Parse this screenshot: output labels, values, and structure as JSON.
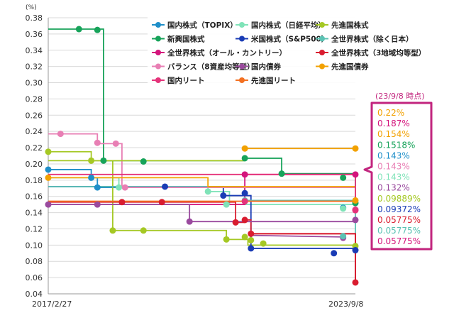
{
  "chart_data": {
    "type": "line",
    "unit_label": "(%)",
    "y_ticks": [
      "0.38",
      "0.36",
      "0.34",
      "0.32",
      "0.30",
      "0.28",
      "0.26",
      "0.24",
      "0.22",
      "0.20",
      "0.18",
      "0.16",
      "0.14",
      "0.12",
      "0.10",
      "0.08",
      "0.06",
      "0.04"
    ],
    "ylim": [
      0.04,
      0.38
    ],
    "x_start_label": "2017/2/27",
    "x_end_label": "2023/9/8",
    "xlim": [
      0,
      100
    ],
    "series": [
      {
        "name": "国内株式（TOPIX）",
        "color": "#1f8fc9",
        "steps": [
          [
            0,
            0.193
          ],
          [
            14,
            0.183
          ],
          [
            16,
            0.171
          ],
          [
            100,
            0.143
          ]
        ],
        "markers": [
          [
            0,
            0.193
          ],
          [
            14,
            0.183
          ],
          [
            16,
            0.171
          ],
          [
            96,
            0.146
          ]
        ]
      },
      {
        "name": "国内株式（日経平均）",
        "color": "#7fe3b8",
        "steps": [
          [
            0,
            0.183
          ],
          [
            23,
            0.171
          ],
          [
            52,
            0.166
          ],
          [
            59,
            0.15
          ],
          [
            100,
            0.143
          ]
        ],
        "markers": [
          [
            23,
            0.171
          ],
          [
            52,
            0.166
          ],
          [
            58,
            0.15
          ],
          [
            96,
            0.145
          ]
        ]
      },
      {
        "name": "先進国株式",
        "color": "#a5c824",
        "steps": [
          [
            0,
            0.215
          ],
          [
            14,
            0.204
          ],
          [
            21,
            0.118
          ],
          [
            58,
            0.107
          ],
          [
            65,
            0.1
          ],
          [
            100,
            0.09889
          ]
        ],
        "markers": [
          [
            0,
            0.215
          ],
          [
            14,
            0.204
          ],
          [
            21,
            0.118
          ],
          [
            31,
            0.118
          ],
          [
            58,
            0.107
          ],
          [
            64,
            0.11
          ],
          [
            66,
            0.106
          ],
          [
            70,
            0.102
          ],
          [
            100,
            0.09889
          ]
        ]
      },
      {
        "name": "新興国株式",
        "color": "#17a35a",
        "steps": [
          [
            0,
            0.366
          ],
          [
            18,
            0.204
          ],
          [
            64,
            0.207
          ],
          [
            76,
            0.188
          ],
          [
            100,
            0.1518
          ]
        ],
        "markers": [
          [
            10,
            0.366
          ],
          [
            16,
            0.365
          ],
          [
            18,
            0.204
          ],
          [
            31,
            0.203
          ],
          [
            64,
            0.207
          ],
          [
            76,
            0.188
          ],
          [
            96,
            0.183
          ],
          [
            100,
            0.1518
          ]
        ]
      },
      {
        "name": "米国株式（S&P500）",
        "color": "#1a3cb5",
        "steps": [
          [
            0,
            0.172
          ],
          [
            57,
            0.161
          ],
          [
            66,
            0.096
          ],
          [
            100,
            0.09372
          ]
        ],
        "markers": [
          [
            38,
            0.172
          ],
          [
            57,
            0.161
          ],
          [
            64,
            0.164
          ],
          [
            66,
            0.096
          ],
          [
            93,
            0.09
          ],
          [
            100,
            0.09372
          ]
        ]
      },
      {
        "name": "全世界株式（除く日本）",
        "color": "#5bc2b3",
        "steps": [
          [
            0,
            0.172
          ],
          [
            64,
            0.155
          ],
          [
            100,
            0.05775
          ]
        ],
        "markers": [
          [
            64,
            0.155
          ],
          [
            96,
            0.111
          ]
        ]
      },
      {
        "name": "全世界株式（オール・カントリー）",
        "color": "#d4147c",
        "steps": [
          [
            0,
            0.15
          ],
          [
            64,
            0.187
          ],
          [
            100,
            0.187
          ]
        ],
        "markers": [
          [
            64,
            0.187
          ],
          [
            100,
            0.187
          ]
        ]
      },
      {
        "name": "全世界株式（3地域均等型）",
        "color": "#d91c2f",
        "steps": [
          [
            0,
            0.153
          ],
          [
            61,
            0.128
          ],
          [
            64,
            0.131
          ],
          [
            66,
            0.114
          ],
          [
            100,
            0.05775
          ]
        ],
        "markers": [
          [
            24,
            0.153
          ],
          [
            37,
            0.153
          ],
          [
            61,
            0.128
          ],
          [
            64,
            0.131
          ],
          [
            66,
            0.114
          ],
          [
            100,
            0.054
          ]
        ]
      },
      {
        "name": "バランス（8資産均等型）",
        "color": "#e87fb4",
        "steps": [
          [
            0,
            0.237
          ],
          [
            16,
            0.225
          ],
          [
            24,
            0.171
          ],
          [
            100,
            0.143
          ]
        ],
        "markers": [
          [
            4,
            0.237
          ],
          [
            16,
            0.226
          ],
          [
            22,
            0.225
          ],
          [
            25,
            0.171
          ],
          [
            100,
            0.144
          ]
        ]
      },
      {
        "name": "国内債券",
        "color": "#9a4a9e",
        "steps": [
          [
            0,
            0.15
          ],
          [
            46,
            0.129
          ],
          [
            100,
            0.132
          ]
        ],
        "markers": [
          [
            0,
            0.15
          ],
          [
            16,
            0.15
          ],
          [
            46,
            0.129
          ],
          [
            100,
            0.131
          ]
        ]
      },
      {
        "name": "先進国債券",
        "color": "#f2a100",
        "steps": [
          [
            0,
            0.183
          ],
          [
            52,
            0.172
          ],
          [
            100,
            0.154
          ]
        ],
        "markers": [
          [
            0,
            0.183
          ],
          [
            100,
            0.155
          ]
        ]
      },
      {
        "name": "国内リート",
        "color": "#e5337a",
        "steps": [
          [
            0,
            0.187
          ],
          [
            64,
            0.187
          ],
          [
            100,
            0.143
          ]
        ],
        "markers": [
          [
            64,
            0.154
          ],
          [
            100,
            0.143
          ]
        ]
      },
      {
        "name": "先進国リート",
        "color": "#f37021",
        "steps": [
          [
            0,
            0.154
          ],
          [
            100,
            0.154
          ]
        ],
        "markers": []
      }
    ],
    "extra_lines": [
      {
        "color": "#f2a100",
        "points": [
          [
            64,
            0.219
          ],
          [
            100,
            0.219
          ]
        ],
        "markers": [
          [
            64,
            0.219
          ],
          [
            100,
            0.219
          ]
        ]
      },
      {
        "color": "#a5c824",
        "points": [
          [
            0,
            0.204
          ],
          [
            64,
            0.204
          ]
        ],
        "markers": []
      },
      {
        "color": "#9a4a9e",
        "points": [
          [
            66,
            0.112
          ],
          [
            96,
            0.11
          ]
        ],
        "markers": [
          [
            96,
            0.109
          ]
        ]
      },
      {
        "color": "#d91c2f",
        "points": [
          [
            66,
            0.114
          ],
          [
            100,
            0.114
          ],
          [
            100,
            0.054
          ]
        ],
        "markers": []
      }
    ],
    "callout": {
      "title": "(23/9/8 時点)",
      "border_color": "#c2257e",
      "values": [
        {
          "text": "0.22%",
          "color": "#f2a100"
        },
        {
          "text": "0.187%",
          "color": "#d4147c"
        },
        {
          "text": "0.154%",
          "color": "#f2a100"
        },
        {
          "text": "0.1518%",
          "color": "#17a35a"
        },
        {
          "text": "0.143%",
          "color": "#1f8fc9"
        },
        {
          "text": "0.143%",
          "color": "#e87fb4"
        },
        {
          "text": "0.143%",
          "color": "#7fe3b8"
        },
        {
          "text": "0.132%",
          "color": "#9a4a9e"
        },
        {
          "text": "0.09889%",
          "color": "#a5c824"
        },
        {
          "text": "0.09372%",
          "color": "#1a3cb5"
        },
        {
          "text": "0.05775%",
          "color": "#d91c2f"
        },
        {
          "text": "0.05775%",
          "color": "#5bc2b3"
        },
        {
          "text": "0.05775%",
          "color": "#d4147c"
        }
      ]
    },
    "legend_placement": "top-right",
    "grid": true
  }
}
